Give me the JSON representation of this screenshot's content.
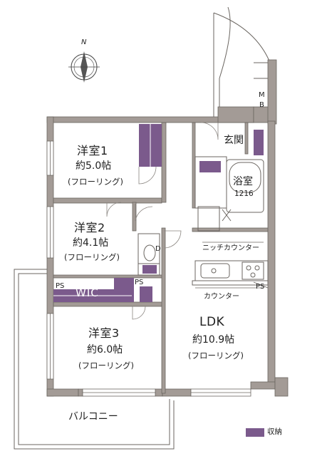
{
  "compass": {
    "label": "N"
  },
  "rooms": {
    "western1": {
      "name": "洋室1",
      "area": "約5.0帖",
      "floor": "(フローリング)"
    },
    "western2": {
      "name": "洋室2",
      "area": "約4.1帖",
      "floor": "(フローリング)"
    },
    "western3": {
      "name": "洋室3",
      "area": "約6.0帖",
      "floor": "(フローリング)"
    },
    "ldk": {
      "name": "LDK",
      "area": "約10.9帖",
      "floor": "(フローリング)"
    },
    "bath": {
      "name": "浴室",
      "size": "1216"
    },
    "entrance": {
      "name": "玄関"
    },
    "balcony": {
      "name": "バルコニー"
    }
  },
  "labels": {
    "mb": [
      "M",
      "B"
    ],
    "wic": "WIC",
    "ps_left": "PS",
    "ps_mid": "PS",
    "ps_right": "PS",
    "d": "D",
    "niche_counter": "ニッチカウンター",
    "counter": "カウンター"
  },
  "legend": {
    "storage": "収納"
  },
  "colors": {
    "storage": "#7b5a8c",
    "wall": "#a39b96",
    "outline": "#6b6661"
  }
}
